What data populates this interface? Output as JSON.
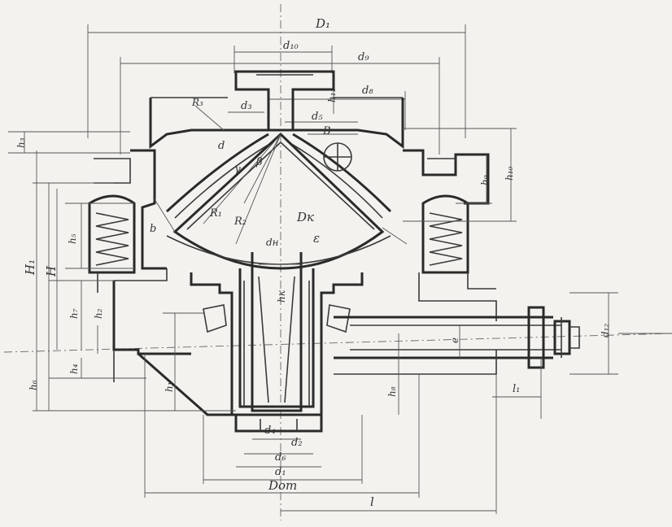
{
  "labels": {
    "D1": "D₁",
    "d10": "d₁₀",
    "d9": "d₉",
    "d8": "d₈",
    "d3": "d₃",
    "d5": "d₅",
    "d": "d",
    "h11": "h₁₁",
    "B": "B",
    "h3": "h₃",
    "h10": "h₁₀",
    "h9": "h₉",
    "R3": "R₃",
    "gamma": "γ",
    "beta": "β",
    "R1": "R₁",
    "R2": "R₂",
    "Dk": "Dк",
    "eps": "ε",
    "dh": "dн",
    "b": "b",
    "h5": "h₅",
    "H1": "H₁",
    "H": "H",
    "h7": "h₇",
    "h2": "h₂",
    "h4": "h₄",
    "h6": "h₆",
    "hk": "hк",
    "h1": "h₁",
    "h8": "h₈",
    "d12": "d₁₂",
    "l1": "l₁",
    "d4": "d₄",
    "d2": "d₂",
    "d6": "d₆",
    "d1": "d₁",
    "Dot": "Dот",
    "l": "l",
    "e": "e"
  }
}
